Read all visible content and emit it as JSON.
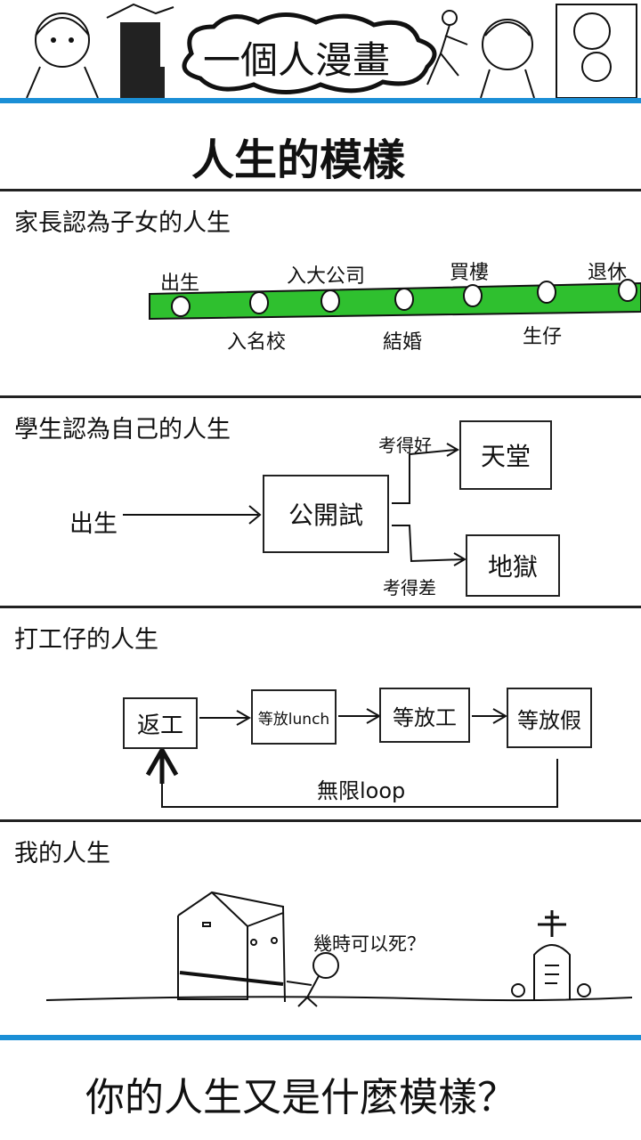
{
  "header": {
    "banner_title": "一個人漫畫",
    "main_title": "人生的模樣"
  },
  "panel1": {
    "title": "家長認為子女的人生",
    "milestones_top": [
      "出生",
      "入大公司",
      "買樓",
      "退休"
    ],
    "milestones_bottom": [
      "入名校",
      "結婚",
      "生仔"
    ],
    "bar_color": "#2fc02f"
  },
  "panel2": {
    "title": "學生認為自己的人生",
    "start": "出生",
    "exam": "公開試",
    "good_label": "考得好",
    "bad_label": "考得差",
    "heaven": "天堂",
    "hell": "地獄"
  },
  "panel3": {
    "title": "打工仔的人生",
    "steps": [
      "返工",
      "等放lunch",
      "等放工",
      "等放假"
    ],
    "loop_label": "無限loop"
  },
  "panel4": {
    "title": "我的人生",
    "speech": "幾時可以死？"
  },
  "footer": {
    "question": "你的人生又是什麼模樣？"
  },
  "colors": {
    "accent_blue": "#1b8fd6",
    "ink": "#111111"
  }
}
